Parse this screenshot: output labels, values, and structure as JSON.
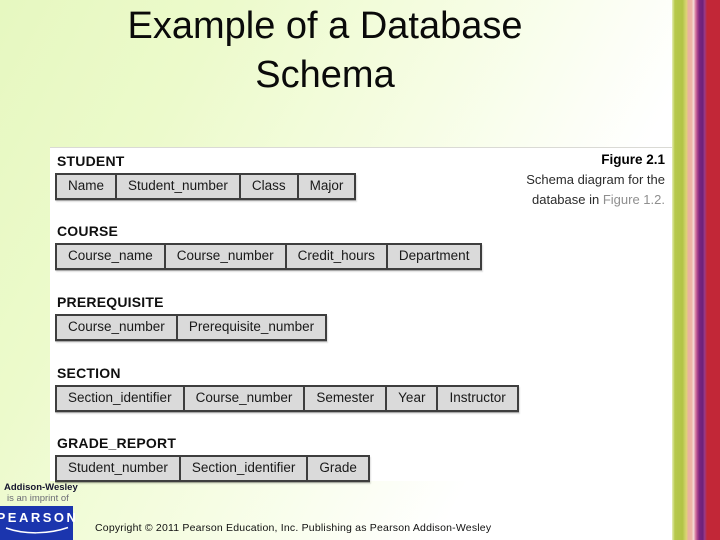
{
  "slide": {
    "title_line1": "Example of a Database",
    "title_line2": "Schema"
  },
  "figure": {
    "caption_label": "Figure 2.1",
    "caption_line1": "Schema diagram for the",
    "caption_line2_prefix": "database in ",
    "caption_line2_ref": "Figure 1.2."
  },
  "schema": {
    "tables": [
      {
        "name": "STUDENT",
        "columns": [
          "Name",
          "Student_number",
          "Class",
          "Major"
        ]
      },
      {
        "name": "COURSE",
        "columns": [
          "Course_name",
          "Course_number",
          "Credit_hours",
          "Department"
        ]
      },
      {
        "name": "PREREQUISITE",
        "columns": [
          "Course_number",
          "Prerequisite_number"
        ]
      },
      {
        "name": "SECTION",
        "columns": [
          "Section_identifier",
          "Course_number",
          "Semester",
          "Year",
          "Instructor"
        ]
      },
      {
        "name": "GRADE_REPORT",
        "columns": [
          "Student_number",
          "Section_identifier",
          "Grade"
        ]
      }
    ]
  },
  "footer": {
    "imprint_name": "Addison-Wesley",
    "imprint_tagline": "is an imprint of",
    "publisher_logo": "PEARSON",
    "copyright": "Copyright © 2011 Pearson Education, Inc. Publishing as Pearson Addison-Wesley"
  },
  "colors": {
    "accent_blue": "#1b35ae",
    "background_green": "#e6f8c0",
    "table_cell_bg": "#dadada",
    "table_border": "#3e3e3e",
    "stripe_green": "#b6c84b",
    "stripe_pink": "#edb5a7",
    "stripe_purple": "#6e2179",
    "stripe_red": "#c22737"
  }
}
